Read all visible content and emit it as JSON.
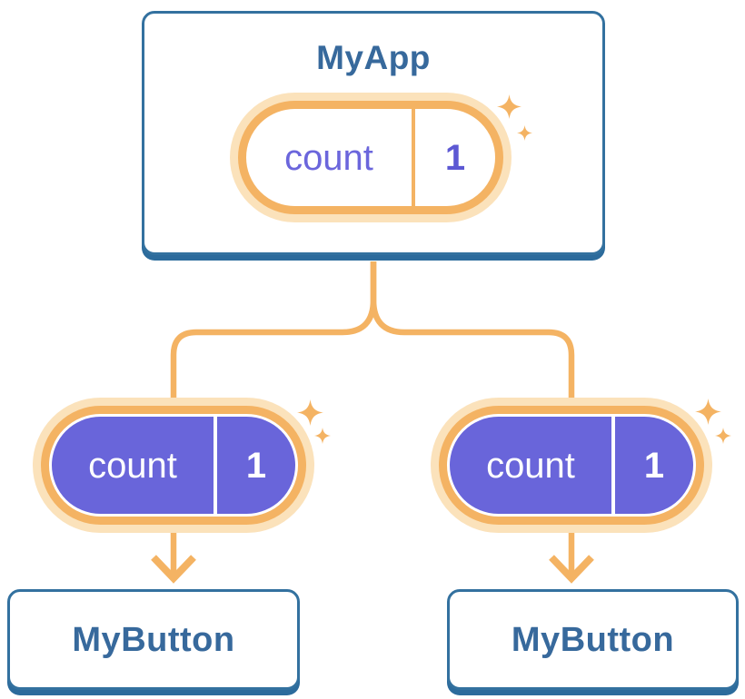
{
  "tree": {
    "root": {
      "label": "MyApp",
      "state": {
        "name": "count",
        "value": "1"
      }
    },
    "children": [
      {
        "label": "MyButton",
        "state": {
          "name": "count",
          "value": "1"
        }
      },
      {
        "label": "MyButton",
        "state": {
          "name": "count",
          "value": "1"
        }
      }
    ]
  },
  "icons": {
    "sparkle": "four-point-star",
    "arrow": "chevron-arrow-down"
  },
  "colors": {
    "orange": "#F4B363",
    "orange_glow": "#FBE2BB",
    "purple": "#6965DA",
    "purple_text": "#6B66DC",
    "purple_value": "#5C58D3",
    "blue_border": "#33719F",
    "blue_shadow": "#2C6B9C",
    "blue_text": "#37699C",
    "white": "#FFFFFF"
  }
}
